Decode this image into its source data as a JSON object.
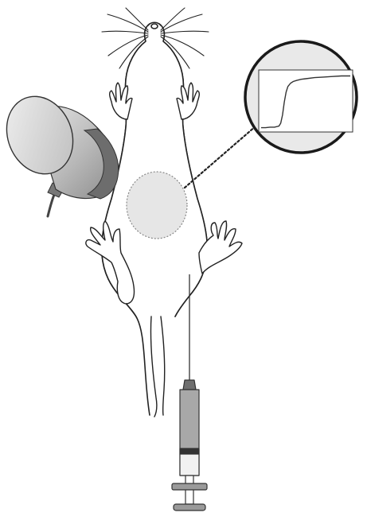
{
  "figure": {
    "description_tags": [
      "mouse",
      "imaging-detector",
      "region-of-interest",
      "signal-curve",
      "syringe"
    ],
    "colors": {
      "outline": "#222222",
      "detector_light": "#d8d8d8",
      "detector_mid": "#a9a9a9",
      "detector_dark": "#6d6d6d",
      "roi_fill": "#e6e6e6",
      "inset_fill": "#e9e9e9",
      "syringe_fluid": "#9a9a9a",
      "syringe_dark": "#555555"
    }
  },
  "signal_curve": {
    "type": "line",
    "x": [
      0,
      5,
      10,
      15,
      20,
      22,
      24,
      26,
      28,
      30,
      33,
      36,
      40,
      45,
      50,
      60,
      70,
      80,
      90,
      100
    ],
    "y": [
      0.02,
      0.02,
      0.03,
      0.03,
      0.05,
      0.1,
      0.25,
      0.48,
      0.66,
      0.76,
      0.82,
      0.85,
      0.87,
      0.89,
      0.9,
      0.92,
      0.93,
      0.94,
      0.95,
      0.95
    ],
    "xlim": [
      0,
      100
    ],
    "ylim": [
      0,
      1
    ]
  }
}
